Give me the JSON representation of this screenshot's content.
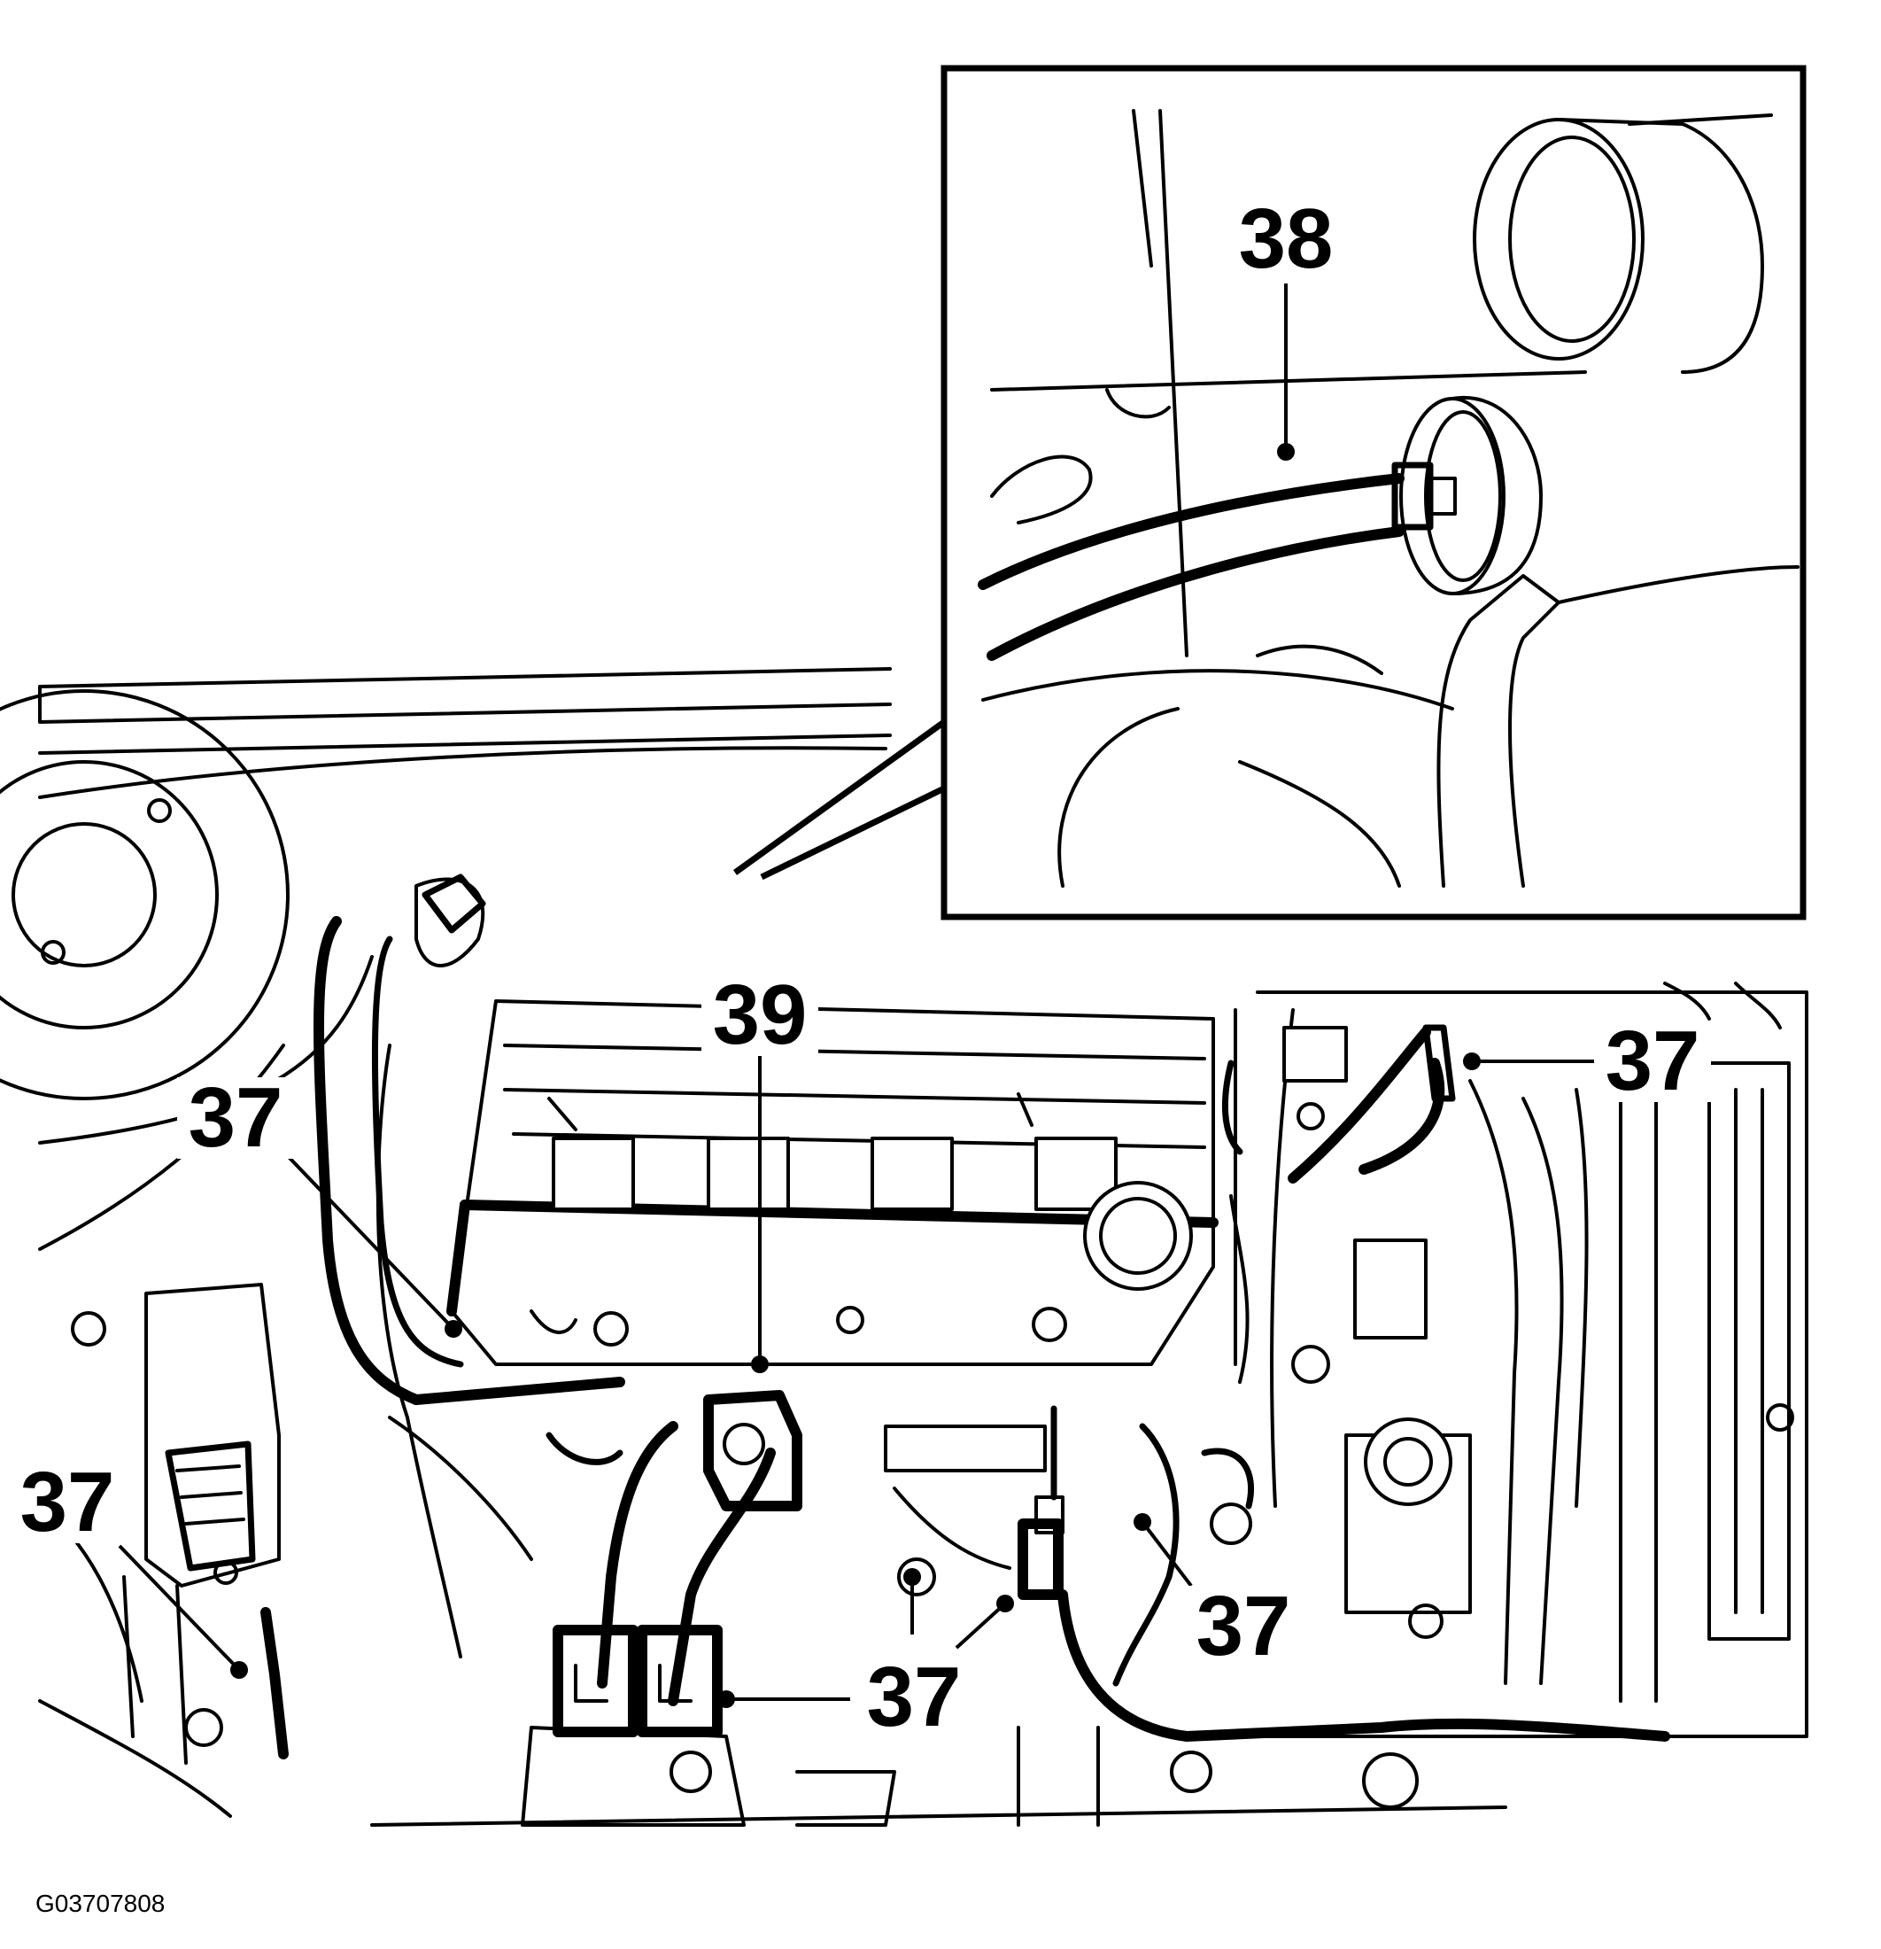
{
  "figure_id": "G03707808",
  "callouts": {
    "c38": "38",
    "c39": "39",
    "c37_right_top": "37",
    "c37_left_mid": "37",
    "c37_left_low": "37",
    "c37_center_low": "37",
    "c37_right_low": "37"
  }
}
